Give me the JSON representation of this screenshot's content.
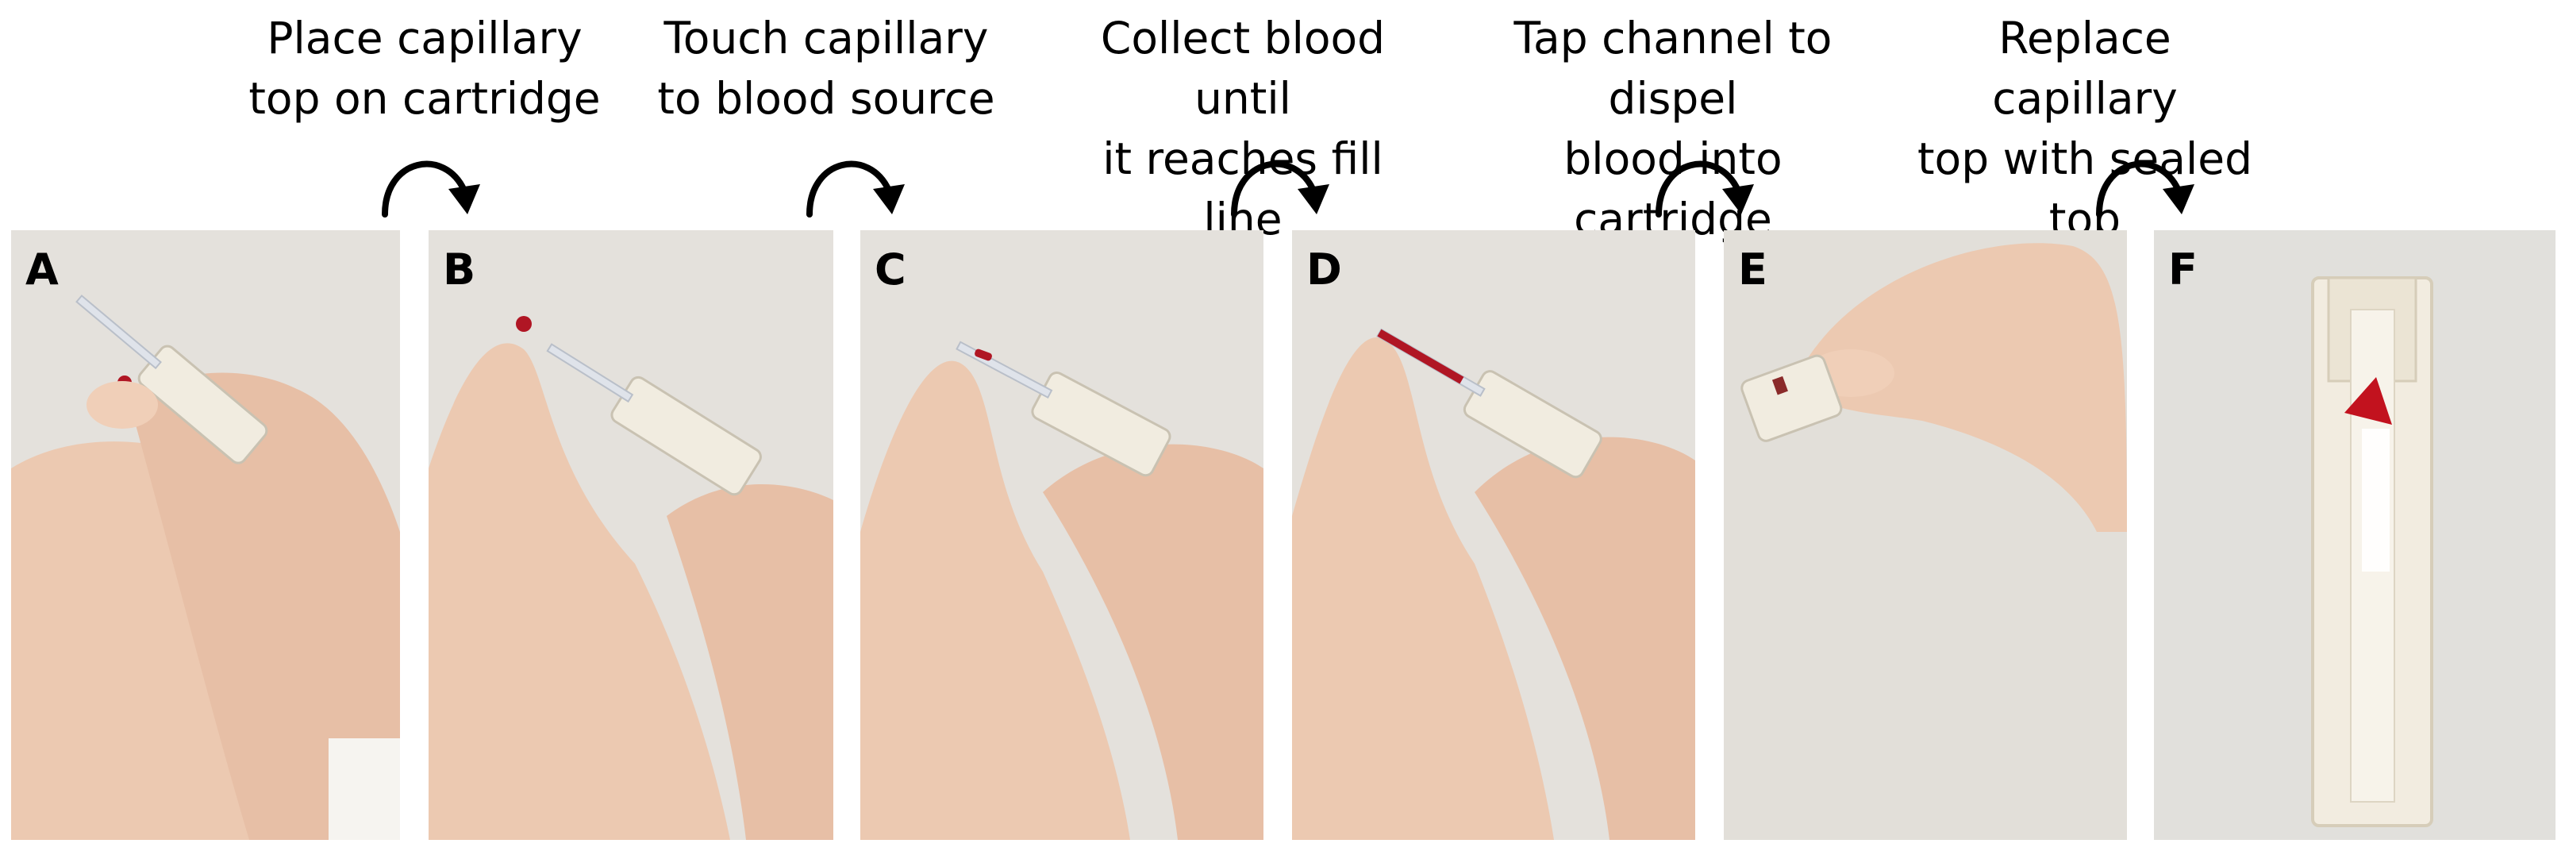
{
  "steps": [
    {
      "caption": "Place capillary\ntop on cartridge"
    },
    {
      "caption": "Touch capillary\nto blood source"
    },
    {
      "caption": "Collect blood until\nit reaches fill line"
    },
    {
      "caption": "Tap channel to dispel\nblood into cartridge"
    },
    {
      "caption": "Replace capillary\ntop with sealed top"
    }
  ],
  "panels": [
    {
      "label": "A"
    },
    {
      "label": "B"
    },
    {
      "label": "C"
    },
    {
      "label": "D"
    },
    {
      "label": "E"
    },
    {
      "label": "F"
    }
  ],
  "colors": {
    "background": "#e4e1dc",
    "skin": "#ecc9b1",
    "skin_shadow": "#d6a98f",
    "blood": "#b01624",
    "plastic": "#f1ece0",
    "arrow": "#000000"
  },
  "icons": {
    "arrow": "curved-arrow-clockwise-icon"
  }
}
